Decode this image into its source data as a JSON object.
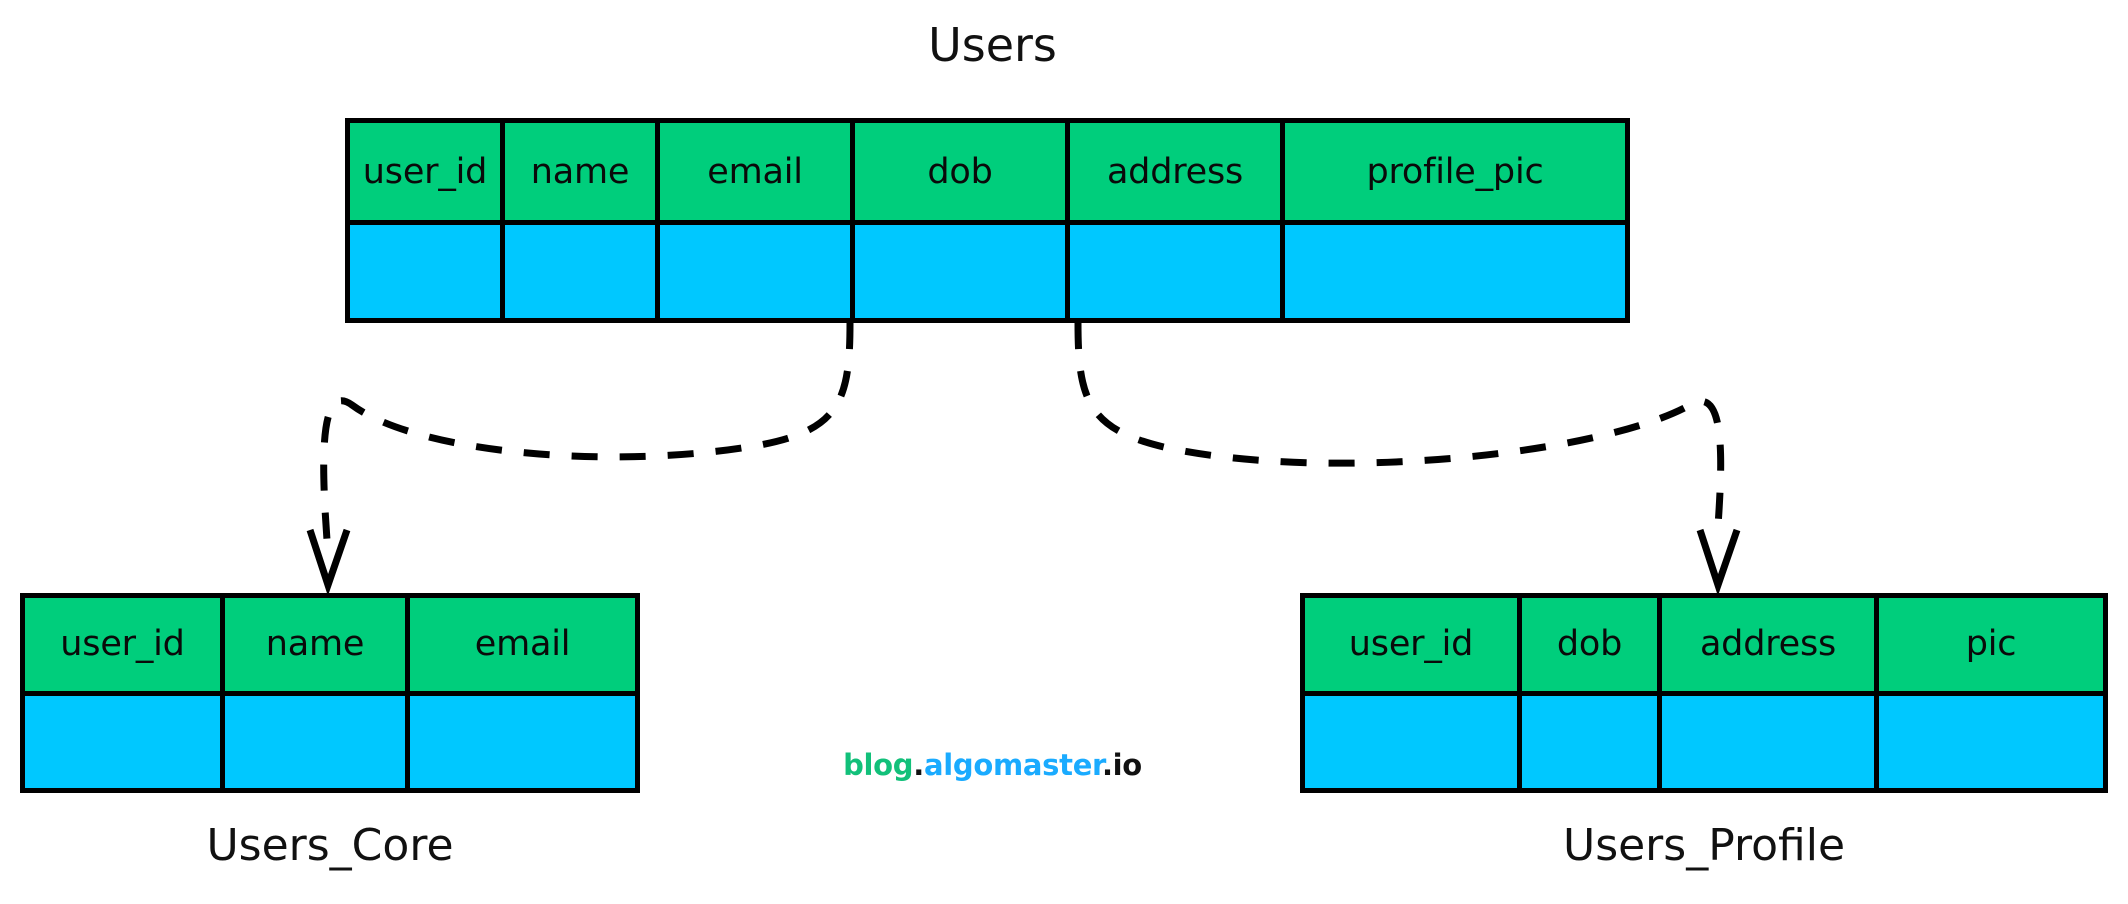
{
  "diagram": {
    "title": "Users",
    "background_color": "#ffffff",
    "header_fill": "#00ce7c",
    "body_fill": "#00c8ff",
    "stroke_color": "#000000"
  },
  "main_table": {
    "name": "Users",
    "columns": [
      "user_id",
      "name",
      "email",
      "dob",
      "address",
      "profile_pic"
    ]
  },
  "left_table": {
    "caption": "Users_Core",
    "columns": [
      "user_id",
      "name",
      "email"
    ]
  },
  "right_table": {
    "caption": "Users_Profile",
    "columns": [
      "user_id",
      "dob",
      "address",
      "pic"
    ]
  },
  "connectors": [
    {
      "name": "users-to-users-core",
      "style": "dashed",
      "arrowhead": "open-v",
      "from": "Users",
      "to": "Users_Core"
    },
    {
      "name": "users-to-users-profile",
      "style": "dashed",
      "arrowhead": "open-v",
      "from": "Users",
      "to": "Users_Profile"
    }
  ],
  "watermark": {
    "part1": "blog",
    "dot1": ".",
    "part2": "algomaster",
    "part3": ".io",
    "color1": "#12c07a",
    "color2": "#1aabff",
    "color3": "#111111"
  }
}
